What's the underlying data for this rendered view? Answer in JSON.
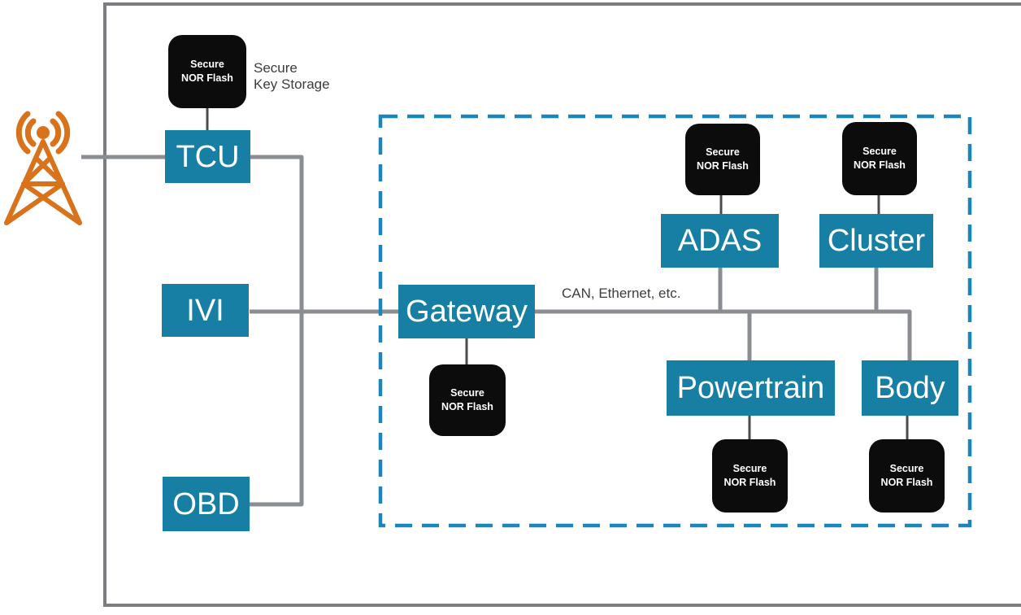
{
  "colors": {
    "node_fill": "#187FA4",
    "node_text": "#FFFFFF",
    "chip_fill": "#0C0C0C",
    "dashed_border": "#1A86BC",
    "bus_line": "#8A8E93",
    "connector_line": "#4A4D50",
    "frame_border": "#7B7D80",
    "antenna": "#D9731B",
    "label_text": "#3B3D3F"
  },
  "nodes": {
    "tcu": "TCU",
    "ivi": "IVI",
    "obd": "OBD",
    "gateway": "Gateway",
    "adas": "ADAS",
    "cluster": "Cluster",
    "powertrain": "Powertrain",
    "body": "Body"
  },
  "chip": {
    "line1": "Secure",
    "line2": "NOR Flash"
  },
  "labels": {
    "key_storage_line1": "Secure",
    "key_storage_line2": "Key Storage",
    "bus_protocols": "CAN, Ethernet, etc."
  },
  "icons": {
    "antenna": "cell-tower-icon"
  }
}
